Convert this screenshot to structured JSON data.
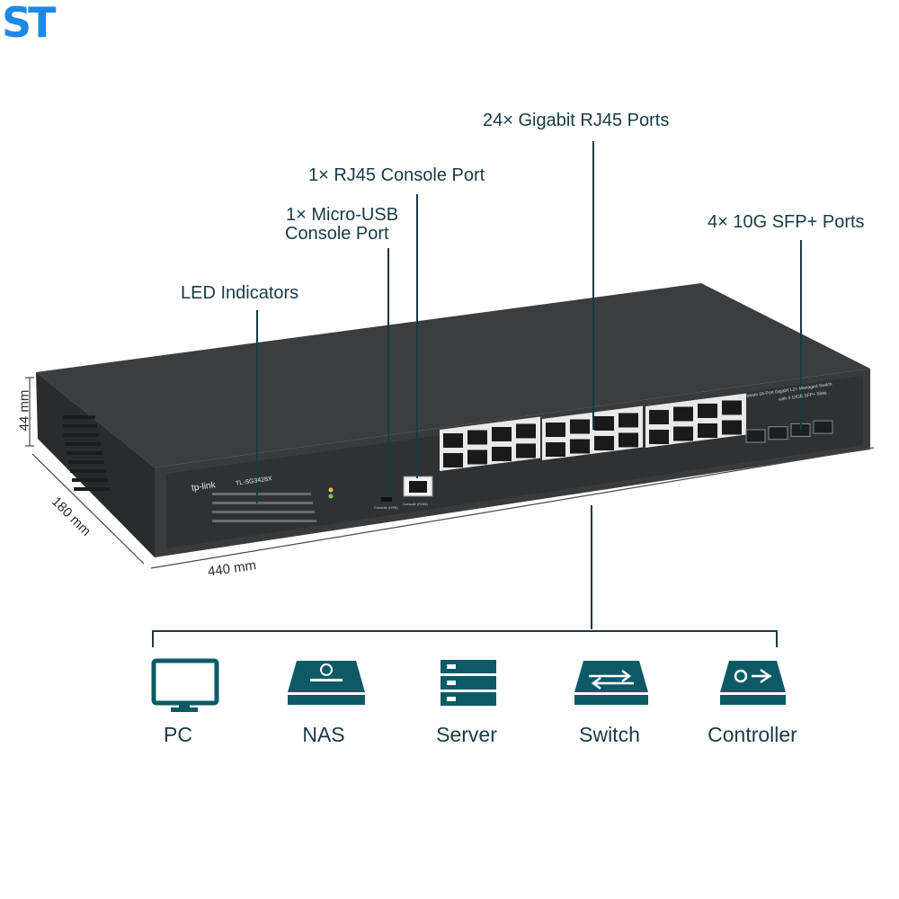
{
  "brand_mark": "ST",
  "accent_color": "#0d5a66",
  "callouts": {
    "rj45_ports": "24× Gigabit RJ45 Ports",
    "rj45_console": "1× RJ45 Console Port",
    "usb_console_line1": "1× Micro-USB",
    "usb_console_line2": "Console Port",
    "sfp_ports": "4× 10G SFP+ Ports",
    "led_indicators": "LED Indicators"
  },
  "dimensions": {
    "height": "44 mm",
    "depth": "180 mm",
    "width": "440 mm"
  },
  "switch": {
    "brand": "tp-link",
    "model": "TL-SG3428X",
    "description_line1": "JetStream 24-Port Gigabit L2+ Managed Switch",
    "description_line2": "with 4 10GE SFP+ Slots",
    "console_usb_label": "Console (USB)",
    "console_rj45_label": "Console (RJ45)"
  },
  "devices": [
    {
      "name": "PC",
      "icon": "monitor-icon"
    },
    {
      "name": "NAS",
      "icon": "nas-icon"
    },
    {
      "name": "Server",
      "icon": "server-icon"
    },
    {
      "name": "Switch",
      "icon": "switch-icon"
    },
    {
      "name": "Controller",
      "icon": "controller-icon"
    }
  ]
}
